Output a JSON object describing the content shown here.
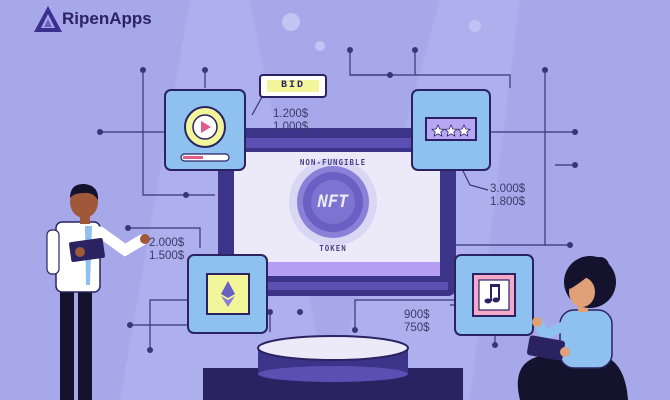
{
  "brand": {
    "name": "RipenApps"
  },
  "bid": {
    "label": "BID"
  },
  "screen": {
    "top_label": "NON-FUNGIBLE",
    "coin_label": "NFT",
    "bottom_label": "TOKEN"
  },
  "cards": [
    {
      "icon": "play-icon",
      "prices": [
        "1.200$",
        "1.000$"
      ]
    },
    {
      "icon": "stars-icon",
      "prices": [
        "3.000$",
        "1.800$"
      ]
    },
    {
      "icon": "ethereum-icon",
      "prices": [
        "2.000$",
        "1.500$"
      ]
    },
    {
      "icon": "music-note-icon",
      "prices": [
        "900$",
        "750$"
      ]
    }
  ],
  "colors": {
    "background": "#a7a8ea",
    "dark": "#2b2361",
    "card": "#8fc1f0",
    "monitor": "#3c3488",
    "screen": "#eceaf8",
    "accent_yellow": "#f2f59a"
  }
}
